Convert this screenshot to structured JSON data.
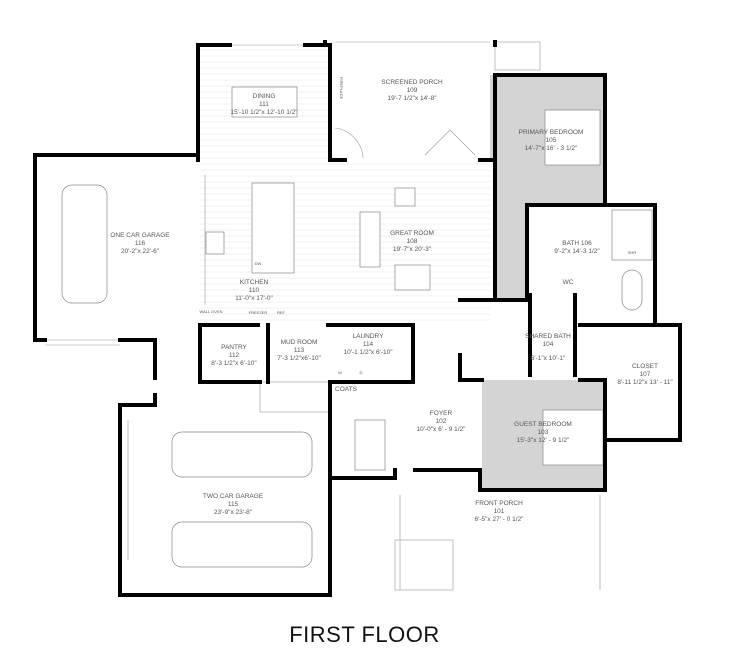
{
  "title": "FIRST FLOOR",
  "colors": {
    "bedroom_fill": "#d4d4d4",
    "wall": "#000000",
    "line": "#999999"
  },
  "rooms": [
    {
      "name": "DINING",
      "number": "111",
      "size": "15'-10 1/2\"x 12'-10 1/2\""
    },
    {
      "name": "SCREENED PORCH",
      "number": "109",
      "size": "19'-7 1/2\"x 14'-8\""
    },
    {
      "name": "PRIMARY BEDROOM",
      "number": "105",
      "size": "14'-7\"x 16' - 3 1/2\""
    },
    {
      "name": "ONE CAR GARAGE",
      "number": "116",
      "size": "20'-2\"x 22'-6\""
    },
    {
      "name": "GREAT ROOM",
      "number": "108",
      "size": "19'-7\"x 20'-3\""
    },
    {
      "name": "BATH 106",
      "number": "",
      "size": "9'-2\"x 14'-3 1/2\""
    },
    {
      "name": "KITCHEN",
      "number": "110",
      "size": "11'-0\"x 17'-0\""
    },
    {
      "name": "PANTRY",
      "number": "112",
      "size": "8'-3 1/2\"x 6'-10\""
    },
    {
      "name": "MUD ROOM",
      "number": "113",
      "size": "7'-3 1/2\"x6'-10\""
    },
    {
      "name": "LAUNDRY",
      "number": "114",
      "size": "10'-1 1/2\"x 6'-10\""
    },
    {
      "name": "SHARED BATH",
      "number": "104",
      "size": "6'-1\"x 10'-1\""
    },
    {
      "name": "CLOSET",
      "number": "107",
      "size": "8'-11 1/2\"x 13' - 11\""
    },
    {
      "name": "FOYER",
      "number": "102",
      "size": "10'-0\"x 6' - 9 1/2\""
    },
    {
      "name": "GUEST BEDROOM",
      "number": "103",
      "size": "15'-3\"x 12' - 9 1/2\""
    },
    {
      "name": "TWO CAR GARAGE",
      "number": "115",
      "size": "23'-9\"x 23'-8\""
    },
    {
      "name": "FRONT PORCH",
      "number": "101",
      "size": "6'-5\"x 27' - 0 1/2\""
    }
  ],
  "small_labels": {
    "coats": "COATS",
    "wc": "WC",
    "fireplace": "FIREPLACE",
    "dw": "DW",
    "wall_oven": "WALL OVEN",
    "freezer": "FREEZER",
    "refrigerator": "REF",
    "washer": "W",
    "dryer": "D",
    "shower": "SHR"
  }
}
